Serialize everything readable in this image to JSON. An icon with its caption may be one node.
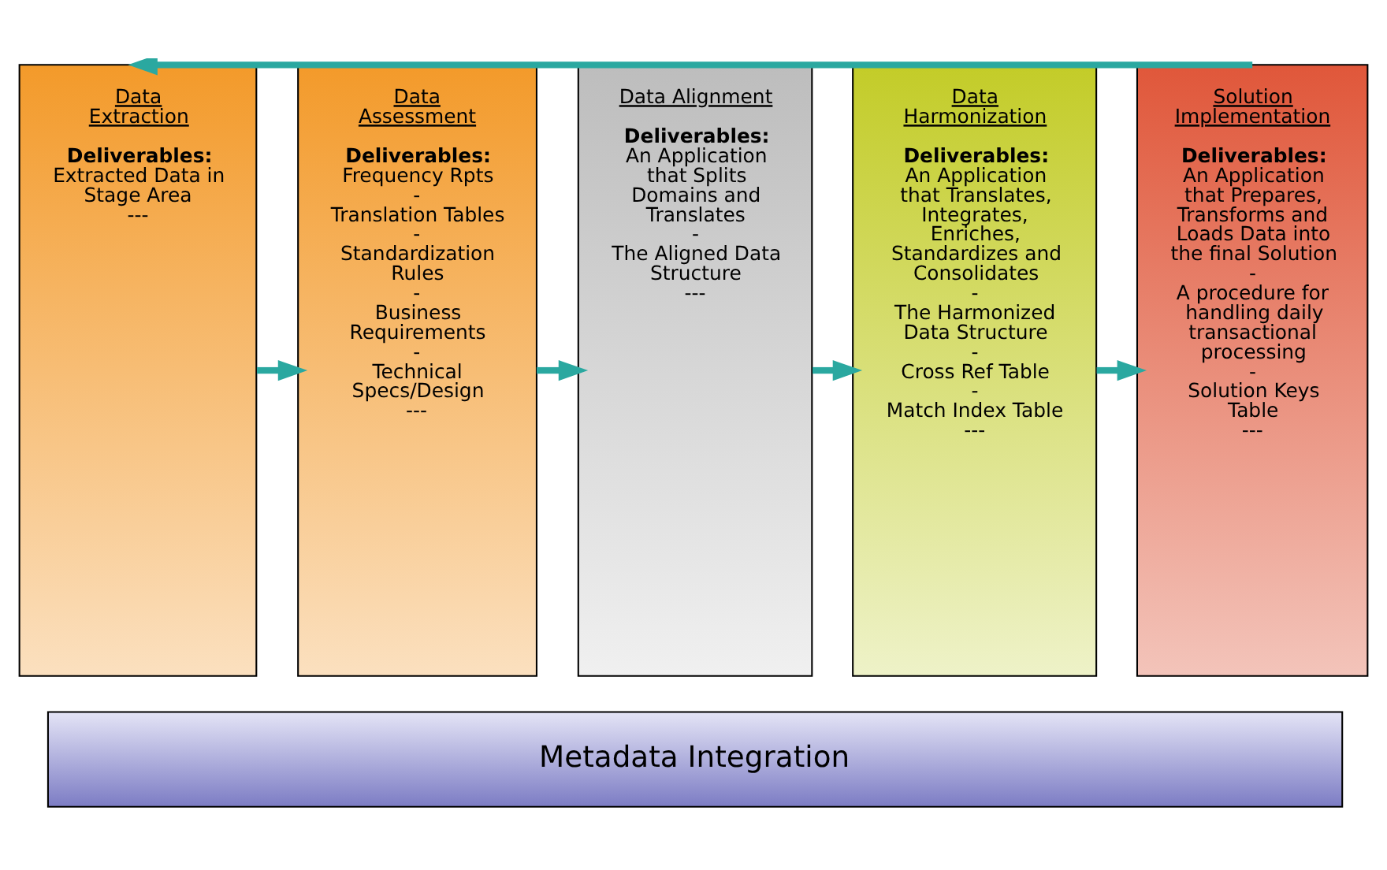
{
  "diagram": {
    "nodes": [
      {
        "text": [
          "Data Extraction",
          "Deliverables:",
          "Extracted Data in Stage Area",
          "---"
        ]
      },
      {
        "text": [
          "Data Assessment",
          "Deliverables:",
          "Frequency Rpts",
          "-",
          "Translation Tables",
          "-",
          "Standardization Rules",
          "-",
          "Business Requirements",
          "-",
          "Technical Specs/Design",
          "---"
        ]
      },
      {
        "text": [
          "Data Alignment",
          "Deliverables:",
          "An Application that Splits Domains and Translates",
          "-",
          "The Aligned Data Structure",
          "---"
        ]
      },
      {
        "text": [
          "Data Harmonization",
          "Deliverables:",
          "An Application that Translates, Integrates, Enriches, Standardizes and Consolidates",
          "-",
          "The Harmonized Data Structure",
          "-",
          "Cross Ref Table",
          "-",
          "Match Index Table",
          "---"
        ]
      },
      {
        "text": [
          "Solution Implementation",
          "Deliverables:",
          "An Application that Prepares, Transforms and Loads Data into the final Solution",
          "-",
          "A procedure for handling daily transactional processing",
          "-",
          "Solution Keys Table",
          "---"
        ]
      },
      {
        "text": [
          "Metadata Integration"
        ]
      }
    ],
    "edges": [
      {
        "from": 0,
        "to": 1,
        "arrow": "to"
      },
      {
        "from": 1,
        "to": 2,
        "arrow": "to"
      },
      {
        "from": 2,
        "to": 3,
        "arrow": "to"
      },
      {
        "from": 3,
        "to": 4,
        "arrow": "to"
      },
      {
        "from": 4,
        "to": 0,
        "arrow": "to"
      }
    ]
  }
}
